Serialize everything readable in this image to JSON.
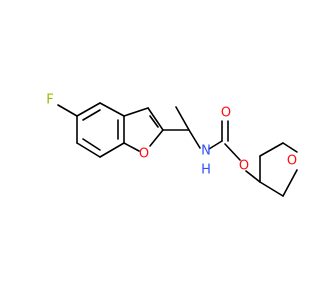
{
  "molecule": {
    "atoms": {
      "fluorine": "F",
      "furan_oxygen": "O",
      "amine": "N",
      "amine_h": "H",
      "carbonyl_oxygen": "O",
      "ester_oxygen": "O",
      "pyran_oxygen": "O"
    },
    "colors": {
      "bond": "#000000",
      "fluorine": "#90c000",
      "oxygen": "#ff0d0d",
      "nitrogen": "#3050f8"
    }
  }
}
